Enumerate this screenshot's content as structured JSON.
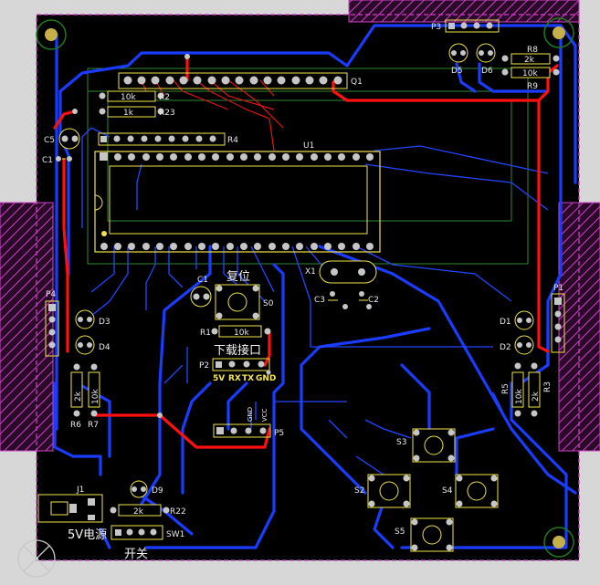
{
  "colors": {
    "board_bg": "#000000",
    "outer_bg": "#d7d7d7",
    "bottom_trace": "#1a3cff",
    "top_trace": "#ff1010",
    "silkscreen": "#f0e44a",
    "pad_fill": "#c6c6c6",
    "pad_hole": "#3c5bb0",
    "keepout": "#d040c8",
    "outline_green": "#2f8a2f"
  },
  "refs": {
    "q1": "Q1",
    "u1": "U1",
    "p1": "P1",
    "p2": "P2",
    "p3": "P3",
    "p4": "P4",
    "p5": "P5",
    "c1a": "C1",
    "c1b": "C1",
    "c2": "C2",
    "c3": "C3",
    "c5": "C5",
    "r1": "R1",
    "r2": "R2",
    "r3": "R3",
    "r4": "R4",
    "r5": "R5",
    "r6": "R6",
    "r7": "R7",
    "r8": "R8",
    "r9": "R9",
    "r22": "R22",
    "r23": "R23",
    "d1": "D1",
    "d2": "D2",
    "d3": "D3",
    "d4": "D4",
    "d5": "D5",
    "d6": "D6",
    "d9": "D9",
    "x1": "X1",
    "j1": "J1",
    "sw1": "SW1",
    "s0": "S0",
    "s2": "S2",
    "s3": "S3",
    "s4": "S4",
    "s5": "S5"
  },
  "values": {
    "r2": "10k",
    "r23": "1k",
    "r1": "10k",
    "r8": "2k",
    "r9": "10k",
    "r6": "2k",
    "r7": "10k",
    "r5": "10k",
    "r3": "2k",
    "r22": "2k"
  },
  "labels": {
    "reset": "复位",
    "download": "下载接口",
    "power": "5V电源",
    "switch": "开关",
    "p2_5v": "5V",
    "p2_rx": "RX",
    "p2_tx": "TX",
    "p2_gnd": "GND",
    "p5_gnd": "GND",
    "p5_vcc": "VCC"
  }
}
